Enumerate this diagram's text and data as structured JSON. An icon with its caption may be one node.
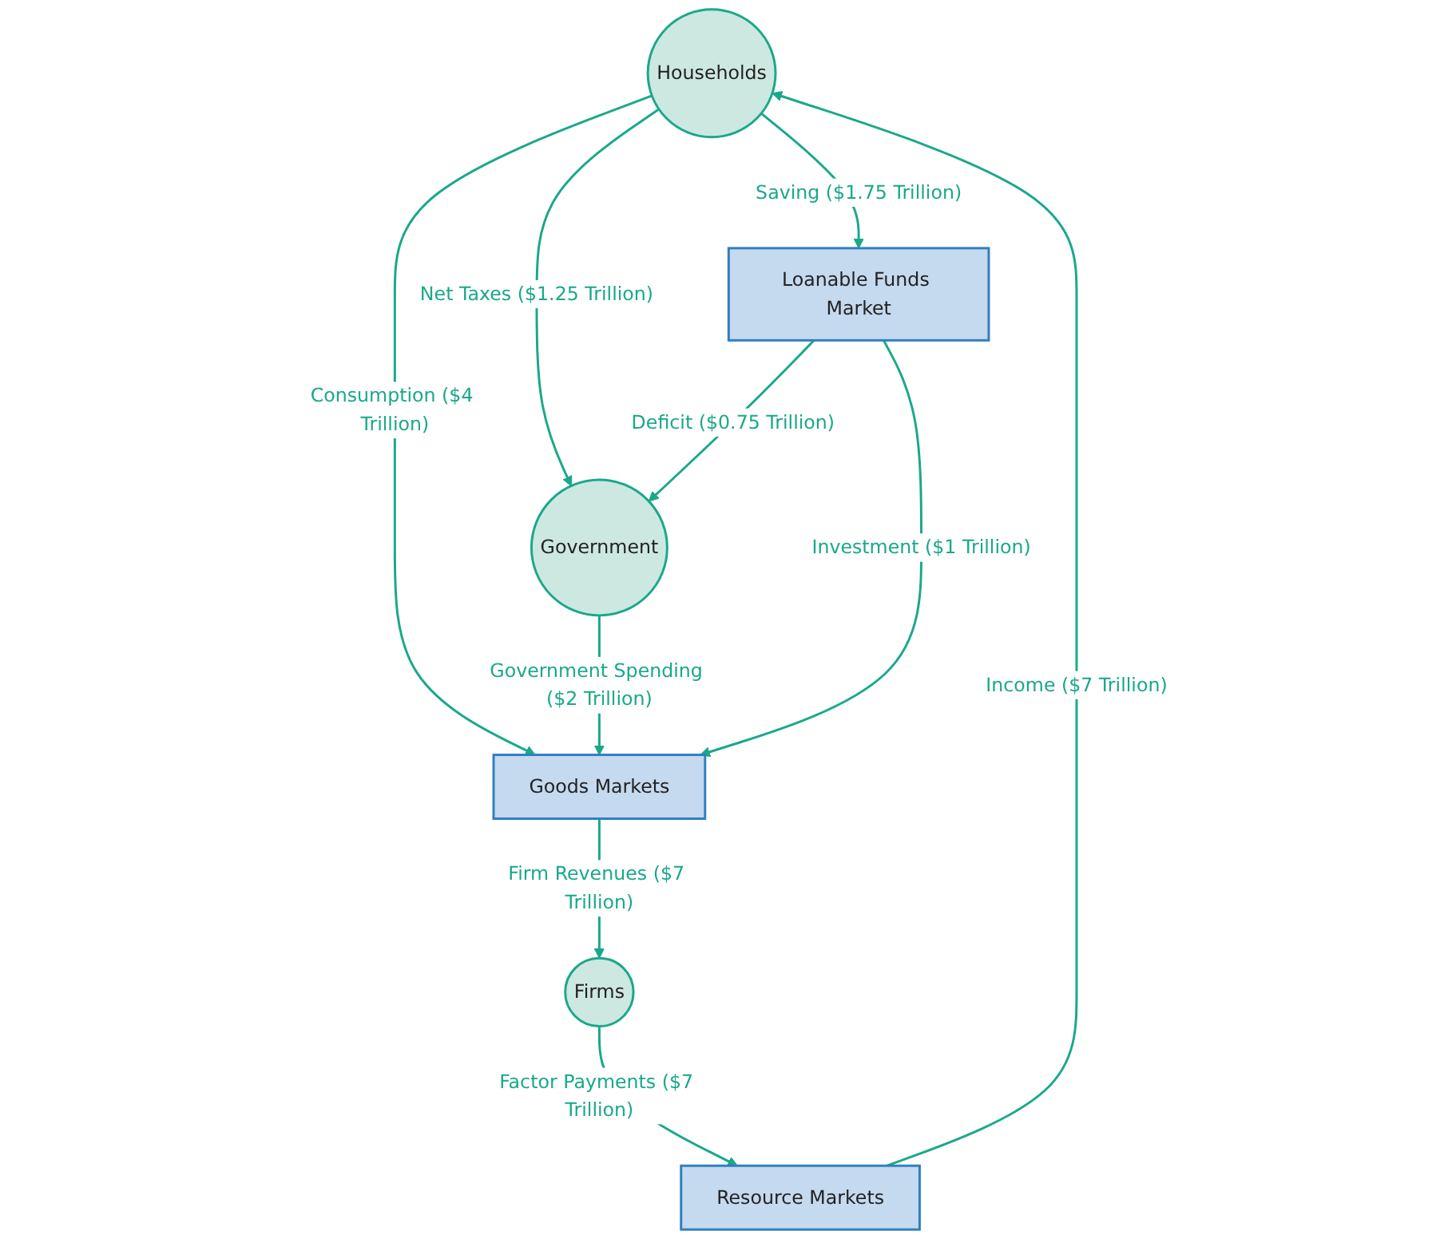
{
  "diagram": {
    "nodes": [
      {
        "text": [
          "Households"
        ]
      },
      {
        "text": [
          "Loanable Funds Market"
        ]
      },
      {
        "text": [
          "Goods Markets"
        ]
      },
      {
        "text": [
          "Government"
        ]
      },
      {
        "text": [
          "Resource Markets"
        ]
      },
      {
        "text": [
          "Firms"
        ]
      }
    ],
    "edges": [
      {
        "from": 4,
        "to": 0,
        "arrow": "to",
        "label": "Income ($7 Trillion)"
      },
      {
        "from": 0,
        "to": 2,
        "arrow": "to",
        "label": "Consumption ($4 Trillion)"
      },
      {
        "from": 0,
        "to": 1,
        "arrow": "to",
        "label": "Saving ($1.75 Trillion)"
      },
      {
        "from": 0,
        "to": 3,
        "arrow": "to",
        "label": "Net Taxes ($1.25 Trillion)"
      },
      {
        "from": 1,
        "to": 3,
        "arrow": "to",
        "label": "Deficit ($0.75 Trillion)"
      },
      {
        "from": 3,
        "to": 2,
        "arrow": "to",
        "label": "Government Spending ($2 Trillion)"
      },
      {
        "from": 1,
        "to": 2,
        "arrow": "to",
        "label": "Investment ($1 Trillion)"
      },
      {
        "from": 2,
        "to": 5,
        "arrow": "to",
        "label": "Firm Revenues ($7 Trillion)"
      },
      {
        "from": 5,
        "to": 4,
        "arrow": "to",
        "label": "Factor Payments ($7 Trillion)"
      }
    ]
  }
}
